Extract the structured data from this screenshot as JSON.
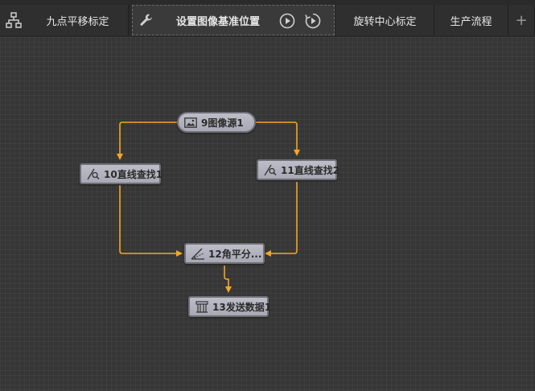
{
  "tabs": {
    "nine_point": "九点平移标定",
    "active": "设置图像基准位置",
    "rotation": "旋转中心标定",
    "production": "生产流程",
    "add_symbol": "+"
  },
  "nodes": {
    "source": "9图像源1",
    "line_left": "10直线查找1",
    "line_right": "11直线查找2",
    "bisector": "12角平分...",
    "send": "13发送数据1"
  },
  "colors": {
    "wire": "#f5a623",
    "node_fill": "#b4b4c0",
    "node_border": "#6e6e76",
    "canvas": "#363636",
    "tabbar": "#2a2a2a"
  },
  "icons": {
    "tree": "flow-tree-icon",
    "wrench": "wrench-icon",
    "play": "play-circle-icon",
    "loop": "loop-run-icon",
    "image": "image-icon",
    "line_find": "line-find-icon",
    "bisector": "angle-bisector-icon",
    "send": "send-data-icon"
  }
}
